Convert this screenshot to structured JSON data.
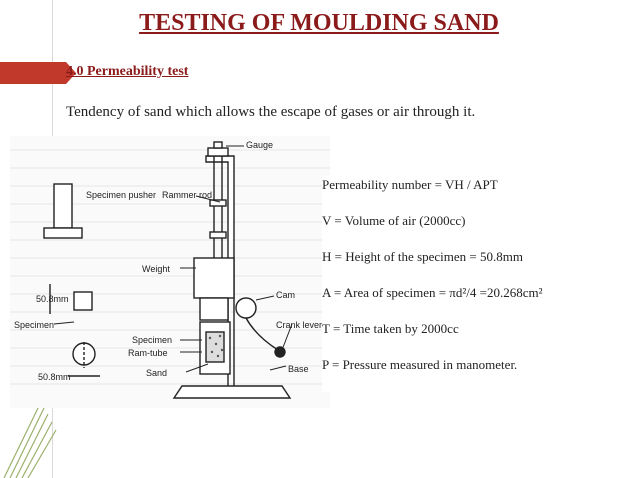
{
  "slide": {
    "title": "TESTING OF MOULDING SAND",
    "subtitle": "4.0 Permeability test",
    "description": "Tendency of sand which allows the escape of gases or air through it."
  },
  "figure": {
    "labels": {
      "gauge": "Gauge",
      "specimen_pusher": "Specimen pusher",
      "rammer_rod": "Rammer rod",
      "weight": "Weight",
      "cam": "Cam",
      "crank_lever": "Crank lever",
      "specimen": "Specimen",
      "specimen_left": "Specimen",
      "ram_tube": "Ram-tube",
      "sand": "Sand",
      "base": "Base",
      "dim_top": "50.8mm",
      "dim_bottom": "50.8mm"
    }
  },
  "formulas": [
    "Permeability number = VH / APT",
    "V = Volume of air   (2000cc)",
    "H = Height of the specimen  = 50.8mm",
    "A = Area of specimen = πd²/4  =20.268cm²",
    "T = Time taken by 2000cc",
    "P = Pressure measured in manometer."
  ],
  "colors": {
    "title": "#8b1a1a",
    "accent": "#c0392b",
    "decoration": "#9ab06a"
  }
}
